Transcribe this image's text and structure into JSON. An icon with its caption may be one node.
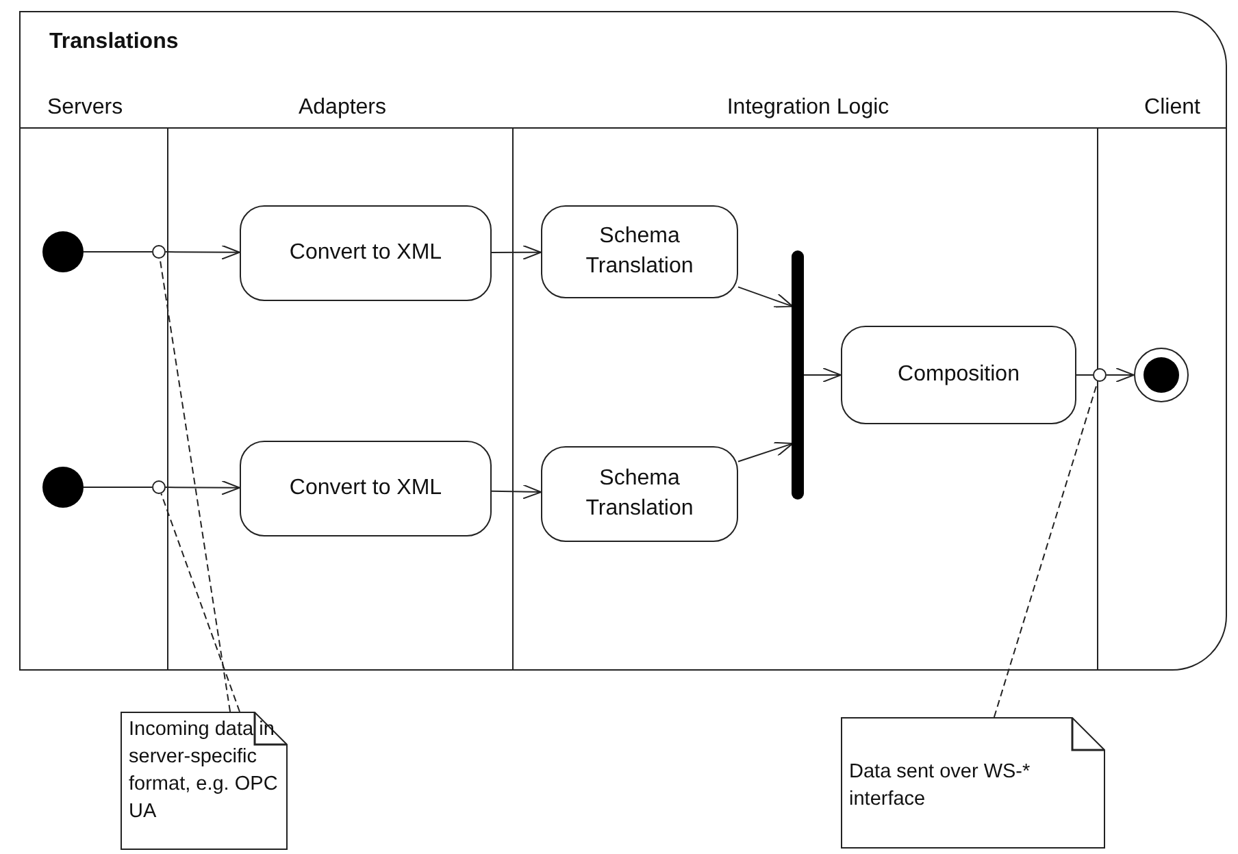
{
  "diagram": {
    "nodes": [
      {
        "text": [
          "Translations"
        ]
      },
      {
        "text": [],
        "shape": "circle",
        "in": 0
      },
      {
        "text": [],
        "shape": "circle",
        "in": 0
      },
      {
        "text": [],
        "shape": "circle",
        "in": 0
      },
      {
        "text": [],
        "shape": "circle",
        "in": 0
      },
      {
        "text": [
          "Convert to XML"
        ],
        "in": 0
      },
      {
        "text": [
          "Convert to XML"
        ],
        "in": 0
      },
      {
        "text": [
          "Schema Translation"
        ],
        "in": 0
      },
      {
        "text": [
          "Schema Translation"
        ],
        "in": 0
      },
      {
        "text": [],
        "shape": "bar",
        "in": 0
      },
      {
        "text": [
          "Composition"
        ],
        "in": 0
      },
      {
        "text": [],
        "shape": "circle",
        "in": 0
      },
      {
        "text": [],
        "shape": "circle",
        "in": 0
      },
      {
        "text": [
          "Incoming data in server-specific format, e.g. OPC UA"
        ]
      },
      {
        "text": [
          "Data sent over WS-* interface"
        ]
      }
    ],
    "edges": [
      {
        "from": 1,
        "to": 3,
        "arrow": "none"
      },
      {
        "from": 3,
        "to": 5,
        "arrow": "to"
      },
      {
        "from": 2,
        "to": 4,
        "arrow": "none"
      },
      {
        "from": 4,
        "to": 6,
        "arrow": "to"
      },
      {
        "from": 5,
        "to": 7,
        "arrow": "to"
      },
      {
        "from": 6,
        "to": 8,
        "arrow": "to"
      },
      {
        "from": 7,
        "to": 9,
        "arrow": "to"
      },
      {
        "from": 8,
        "to": 9,
        "arrow": "to"
      },
      {
        "from": 9,
        "to": 10,
        "arrow": "to"
      },
      {
        "from": 10,
        "to": 11,
        "arrow": "none"
      },
      {
        "from": 11,
        "to": 12,
        "arrow": "to"
      },
      {
        "from": 13,
        "to": 3,
        "arrow": "none",
        "style": "dashed"
      },
      {
        "from": 13,
        "to": 4,
        "arrow": "none",
        "style": "dashed"
      },
      {
        "from": 14,
        "to": 11,
        "arrow": "none",
        "style": "dashed"
      }
    ],
    "labels": [
      "Servers",
      "Adapters",
      "Integration Logic",
      "Client"
    ]
  }
}
